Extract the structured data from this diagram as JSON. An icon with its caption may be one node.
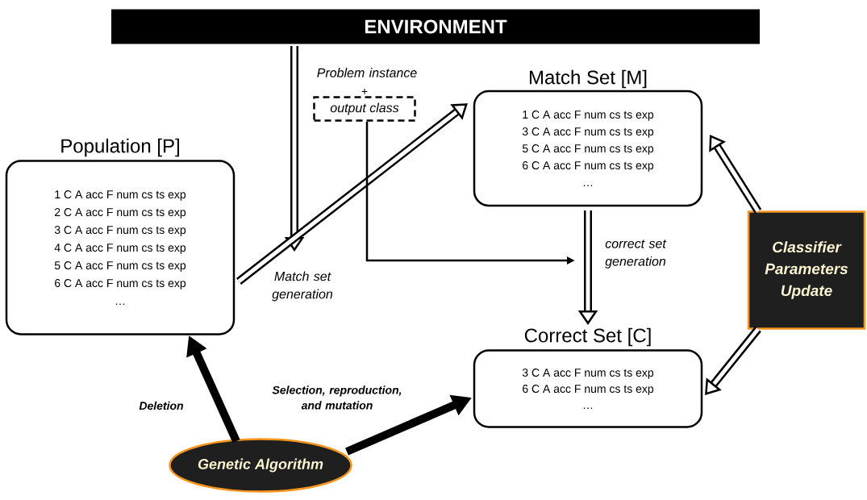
{
  "diagram": {
    "nodes": [
      {
        "text": [
          "ENVIRONMENT"
        ]
      },
      {
        "text": [
          "Population [P]",
          "1 C A acc F num cs ts exp",
          "2 C A acc F num cs ts exp",
          "3 C A acc F num cs ts exp",
          "4 C A acc F num cs ts exp",
          "5 C A acc F num cs ts exp",
          "6 C A acc F num cs ts exp",
          "…"
        ]
      },
      {
        "text": [
          "output class"
        ],
        "beside": [
          "+"
        ]
      },
      {
        "text": [
          "Match Set [M]",
          "1 C A acc F num cs ts exp",
          "3 C A acc F num cs ts exp",
          "5 C A acc F num cs ts exp",
          "6 C A acc F num cs ts exp",
          "…"
        ]
      },
      {
        "text": [
          "Correct Set [C]",
          "3 C A acc F num cs ts exp",
          "6 C A acc F num cs ts exp",
          "…"
        ]
      },
      {
        "text": [
          "Classifier Parameters Update"
        ]
      },
      {
        "text": [
          "Genetic Algorithm"
        ]
      }
    ],
    "edges": [
      {
        "from": 0,
        "to": null,
        "arrow": "to",
        "label": "Problem instance"
      },
      {
        "from": 1,
        "to": 3,
        "arrow": "to",
        "label": "Match set generation"
      },
      {
        "from": 3,
        "to": 4,
        "arrow": "to",
        "label": "correct set generation"
      },
      {
        "from": 2,
        "to": null,
        "arrow": "to",
        "color": "#000000"
      },
      {
        "from": 5,
        "to": 3,
        "arrow": "to"
      },
      {
        "from": 5,
        "to": 4,
        "arrow": "to"
      },
      {
        "from": 6,
        "to": 1,
        "arrow": "to",
        "label": "Deletion",
        "color": "#000000"
      },
      {
        "from": 6,
        "to": 4,
        "arrow": "to",
        "label": "Selection, reproduction, and mutation",
        "color": "#000000"
      }
    ]
  }
}
